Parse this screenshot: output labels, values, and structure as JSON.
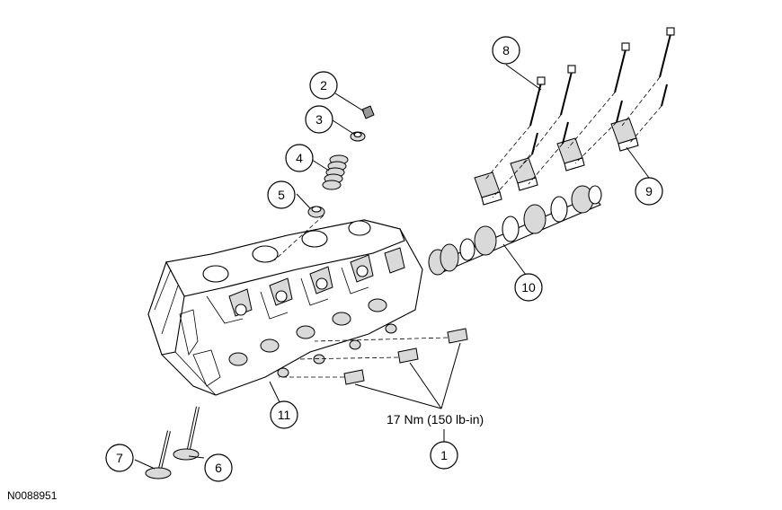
{
  "torque_label": "17 Nm (150 lb-in)",
  "figure_code": "N0088951",
  "callouts": [
    {
      "id": "c1",
      "number": "1"
    },
    {
      "id": "c2",
      "number": "2"
    },
    {
      "id": "c3",
      "number": "3"
    },
    {
      "id": "c4",
      "number": "4"
    },
    {
      "id": "c5",
      "number": "5"
    },
    {
      "id": "c6",
      "number": "6"
    },
    {
      "id": "c7",
      "number": "7"
    },
    {
      "id": "c8",
      "number": "8"
    },
    {
      "id": "c9",
      "number": "9"
    },
    {
      "id": "c10",
      "number": "10"
    },
    {
      "id": "c11",
      "number": "11"
    }
  ]
}
